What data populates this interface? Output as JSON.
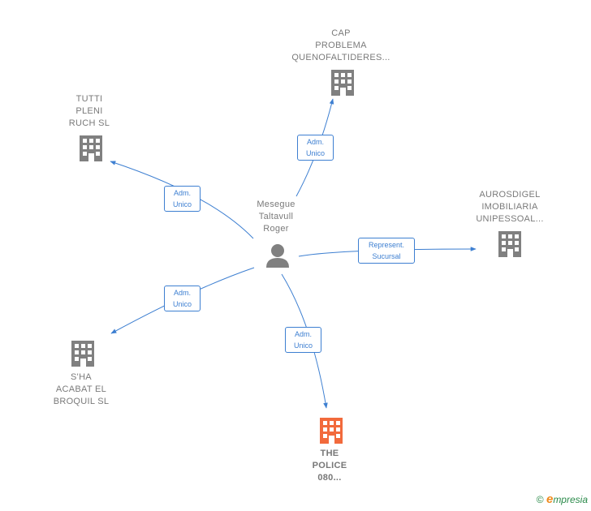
{
  "center": {
    "name_lines": [
      "Mesegue",
      "Taltavull",
      "Roger"
    ],
    "icon": "person-icon"
  },
  "companies": [
    {
      "id": "cap",
      "lines": [
        "CAP",
        "PROBLEMA",
        "QUENOFALTIDERES..."
      ],
      "color": "#808080",
      "highlight": false
    },
    {
      "id": "tutti",
      "lines": [
        "TUTTI",
        "PLENI",
        "RUCH SL"
      ],
      "color": "#808080",
      "highlight": false
    },
    {
      "id": "aurosdigel",
      "lines": [
        "AUROSDIGEL",
        "IMOBILIARIA",
        "UNIPESSOAL..."
      ],
      "color": "#808080",
      "highlight": false
    },
    {
      "id": "shaacabat",
      "lines": [
        "S'HA",
        "ACABAT EL",
        "BROQUIL  SL"
      ],
      "color": "#808080",
      "highlight": false
    },
    {
      "id": "police",
      "lines": [
        "THE",
        "POLICE",
        "080..."
      ],
      "color": "#f26a3c",
      "highlight": true
    }
  ],
  "edges": [
    {
      "to": "cap",
      "label_lines": [
        "Adm.",
        "Unico"
      ]
    },
    {
      "to": "tutti",
      "label_lines": [
        "Adm.",
        "Unico"
      ]
    },
    {
      "to": "aurosdigel",
      "label_lines": [
        "Represent.",
        "Sucursal"
      ]
    },
    {
      "to": "shaacabat",
      "label_lines": [
        "Adm.",
        "Unico"
      ]
    },
    {
      "to": "police",
      "label_lines": [
        "Adm.",
        "Unico"
      ]
    }
  ],
  "colors": {
    "edge": "#3d7fd1",
    "building": "#808080",
    "highlight": "#f26a3c",
    "person": "#808080"
  },
  "watermark": {
    "copyright": "©",
    "brand_initial": "e",
    "brand_rest": "mpresia"
  }
}
